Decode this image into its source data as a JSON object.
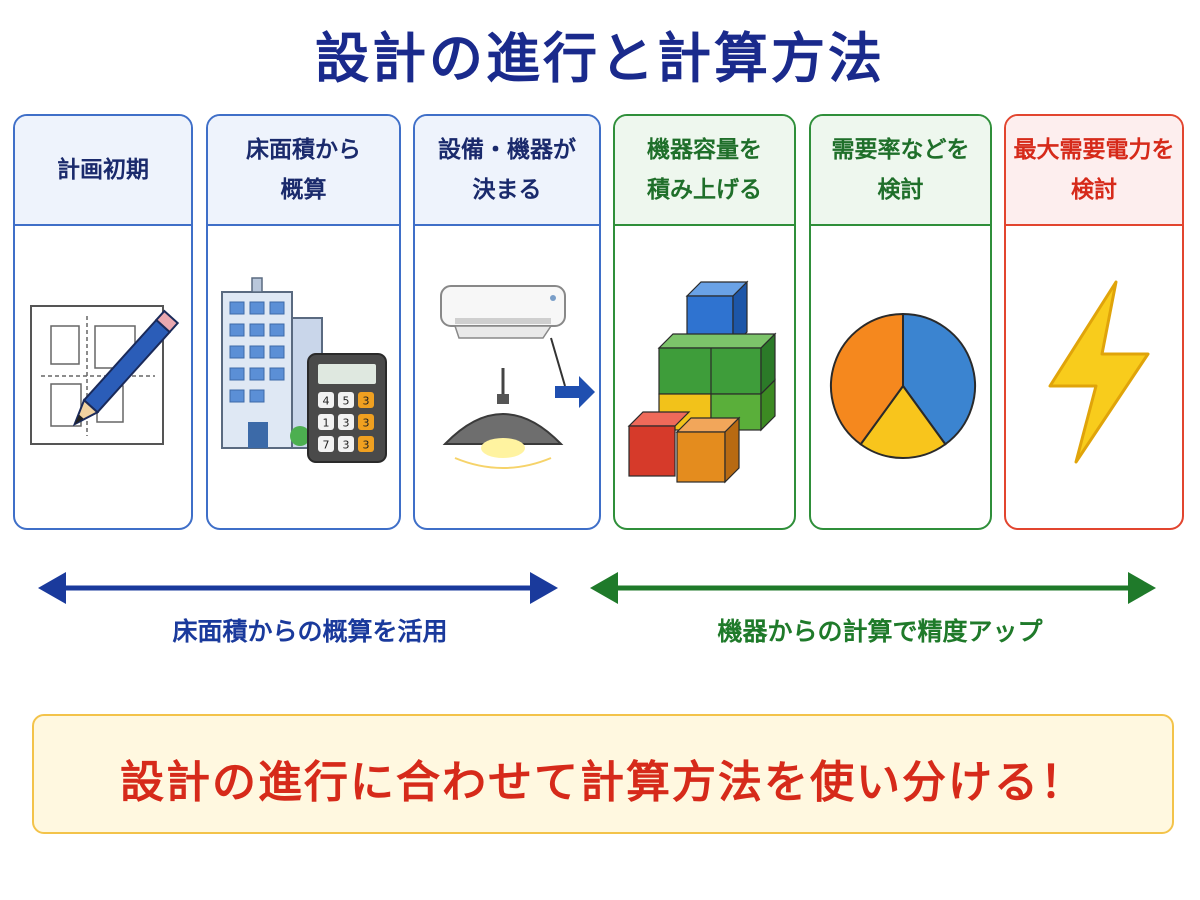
{
  "title": "設計の進行と計算方法",
  "stages": [
    {
      "lines": [
        "計画初期"
      ],
      "icon": "floor-plan-pencil-icon"
    },
    {
      "lines": [
        "床面積から",
        "概算"
      ],
      "icon": "building-calculator-icon"
    },
    {
      "lines": [
        "設備・機器が",
        "決まる"
      ],
      "icon": "air-conditioner-lamp-icon"
    },
    {
      "lines": [
        "機器容量を",
        "積み上げる"
      ],
      "icon": "stacked-blocks-icon"
    },
    {
      "lines": [
        "需要率などを",
        "検討"
      ],
      "icon": "pie-chart-icon"
    },
    {
      "lines": [
        "最大需要電力を",
        "検討"
      ],
      "icon": "lightning-bolt-icon"
    }
  ],
  "ranges": {
    "left": {
      "label": "床面積からの概算を活用",
      "color": "#1a3a9c"
    },
    "right": {
      "label": "機器からの計算で精度アップ",
      "color": "#1f7a2a"
    }
  },
  "calculator_keys": [
    "4",
    "5",
    "3",
    "1",
    "3",
    "3",
    "7",
    "3",
    "3"
  ],
  "pie": {
    "values": [
      40,
      20,
      40
    ],
    "colors": [
      "#3b84d0",
      "#f8c51c",
      "#f5881e"
    ]
  },
  "conclusion": "設計の進行に合わせて計算方法を使い分ける！",
  "colors": {
    "blue": "#3f6fc8",
    "green": "#2f8f3a",
    "red": "#e2452f",
    "title": "#1a2a8c"
  }
}
